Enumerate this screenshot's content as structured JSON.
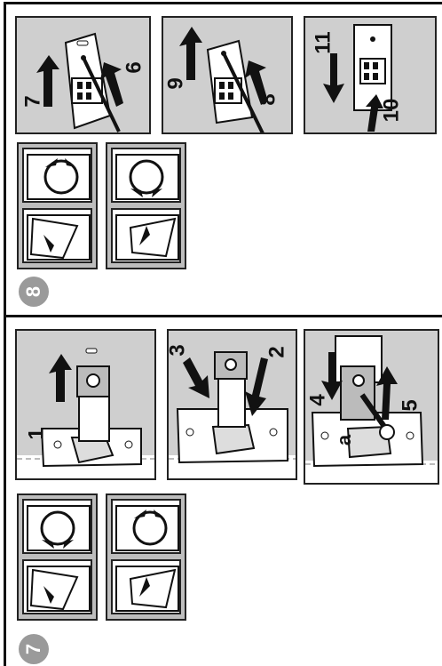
{
  "step8": {
    "badge": "8",
    "panel1": {
      "labels": [
        "7",
        "6"
      ]
    },
    "panel2": {
      "labels": [
        "9",
        "8"
      ]
    },
    "panel3": {
      "labels": [
        "11",
        "10"
      ]
    }
  },
  "step7": {
    "badge": "7",
    "panel1": {
      "labels": [
        "1"
      ]
    },
    "panel2": {
      "labels": [
        "3",
        "2"
      ]
    },
    "panel3": {
      "labels": [
        "4",
        "5"
      ],
      "part_label": "a"
    }
  },
  "colors": {
    "panel_bg": "#cfcfcf",
    "ink": "#111111",
    "badge": "#9a9a9a"
  }
}
